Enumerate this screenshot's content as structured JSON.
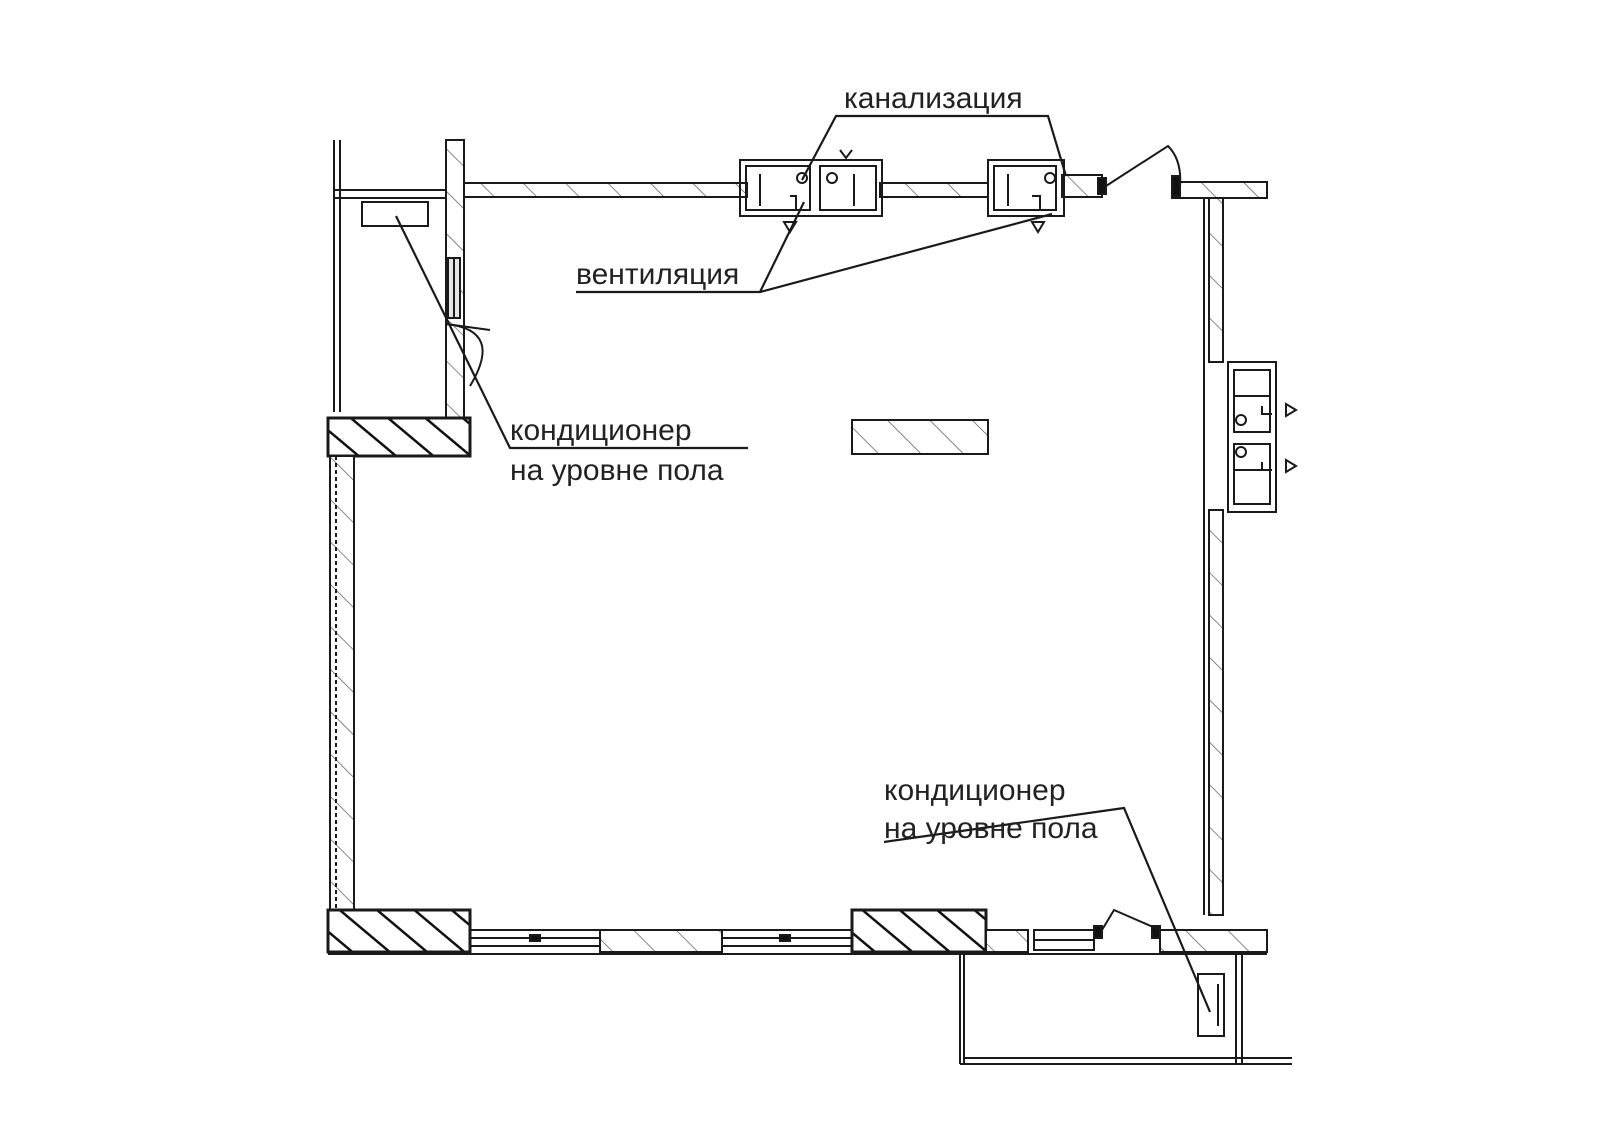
{
  "labels": {
    "sewage": "канализация",
    "ventilation": "вентиляция",
    "ac_left_line1": "кондиционер",
    "ac_left_line2": "на уровне пола",
    "ac_right_line1": "кондиционер",
    "ac_right_line2": "на уровне пола"
  },
  "colors": {
    "line": "#1a1a1a",
    "hatch": "#555555",
    "background": "#ffffff"
  }
}
